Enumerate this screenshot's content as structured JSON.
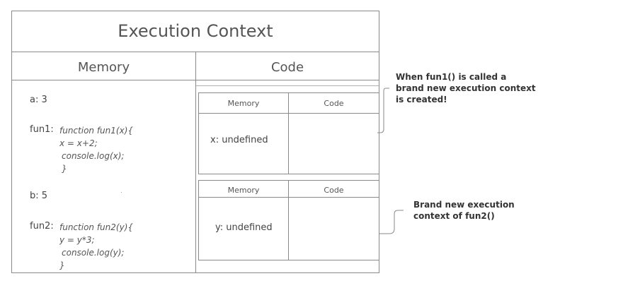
{
  "main": {
    "title": "Execution Context",
    "memory_header": "Memory",
    "code_header": "Code"
  },
  "memory": {
    "a": "a: 3",
    "fun1_label": "fun1:",
    "fun1_code": [
      "function fun1(x){",
      "x = x+2;",
      "console.log(x);",
      "}"
    ],
    "b": "b: 5",
    "fun2_label": "fun2:",
    "fun2_code": [
      "function fun2(y){",
      "y = y*3;",
      "console.log(y);",
      "}"
    ]
  },
  "ctx1": {
    "memory_header": "Memory",
    "code_header": "Code",
    "memory_value": "x: undefined"
  },
  "ctx2": {
    "memory_header": "Memory",
    "code_header": "Code",
    "memory_value": "y: undefined"
  },
  "annotations": {
    "fun1_note": "When fun1() is called a brand new execution context is created!",
    "fun2_note": "Brand new execution context of fun2()"
  }
}
